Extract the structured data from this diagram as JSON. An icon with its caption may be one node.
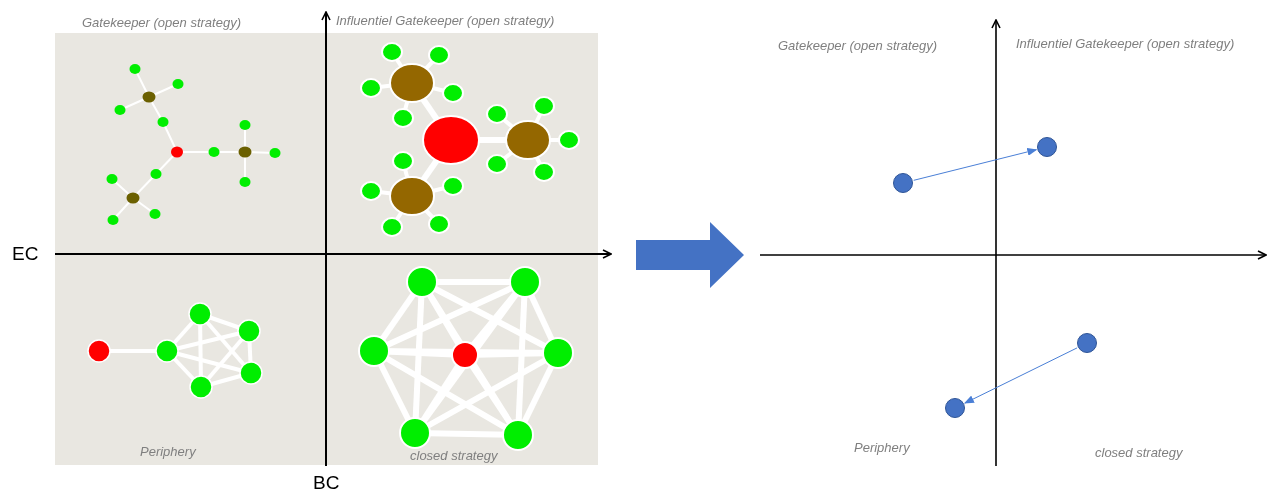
{
  "diagram": {
    "nodes": [
      {
        "text": [],
        "shape": "circle"
      },
      {
        "text": [],
        "shape": "circle"
      },
      {
        "text": [],
        "shape": "circle"
      },
      {
        "text": [],
        "shape": "circle"
      }
    ],
    "edges": [
      {
        "from": 0,
        "to": 1,
        "arrow": "to"
      },
      {
        "from": 2,
        "to": 3,
        "arrow": "to"
      }
    ],
    "labels": [
      "Gatekeeper (open strategy)",
      "Influentiel Gatekeeper (open strategy)",
      "EC",
      "Periphery",
      "closed strategy",
      "BC",
      "Gatekeeper (open strategy)",
      "Influentiel Gatekeeper (open strategy)",
      "Periphery",
      "closed strategy"
    ]
  }
}
